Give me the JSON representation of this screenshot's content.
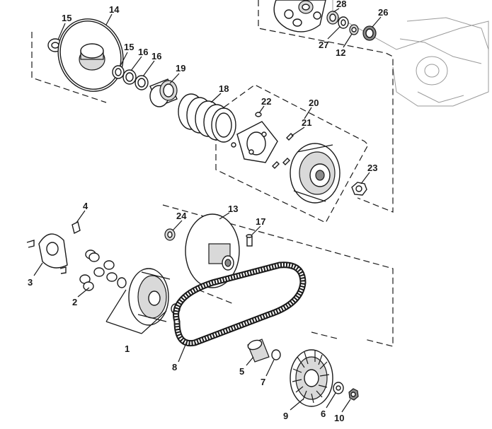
{
  "callouts": [
    {
      "id": "15a",
      "text": "15"
    },
    {
      "id": "14",
      "text": "14"
    },
    {
      "id": "15b",
      "text": "15"
    },
    {
      "id": "16a",
      "text": "16"
    },
    {
      "id": "16b",
      "text": "16"
    },
    {
      "id": "19",
      "text": "19"
    },
    {
      "id": "18",
      "text": "18"
    },
    {
      "id": "22",
      "text": "22"
    },
    {
      "id": "20",
      "text": "20"
    },
    {
      "id": "21",
      "text": "21"
    },
    {
      "id": "23",
      "text": "23"
    },
    {
      "id": "28",
      "text": "28"
    },
    {
      "id": "26",
      "text": "26"
    },
    {
      "id": "27",
      "text": "27"
    },
    {
      "id": "12",
      "text": "12"
    },
    {
      "id": "4",
      "text": "4"
    },
    {
      "id": "3",
      "text": "3"
    },
    {
      "id": "2",
      "text": "2"
    },
    {
      "id": "1",
      "text": "1"
    },
    {
      "id": "24",
      "text": "24"
    },
    {
      "id": "13",
      "text": "13"
    },
    {
      "id": "17",
      "text": "17"
    },
    {
      "id": "8",
      "text": "8"
    },
    {
      "id": "5",
      "text": "5"
    },
    {
      "id": "7",
      "text": "7"
    },
    {
      "id": "9",
      "text": "9"
    },
    {
      "id": "6",
      "text": "6"
    },
    {
      "id": "10",
      "text": "10"
    }
  ]
}
